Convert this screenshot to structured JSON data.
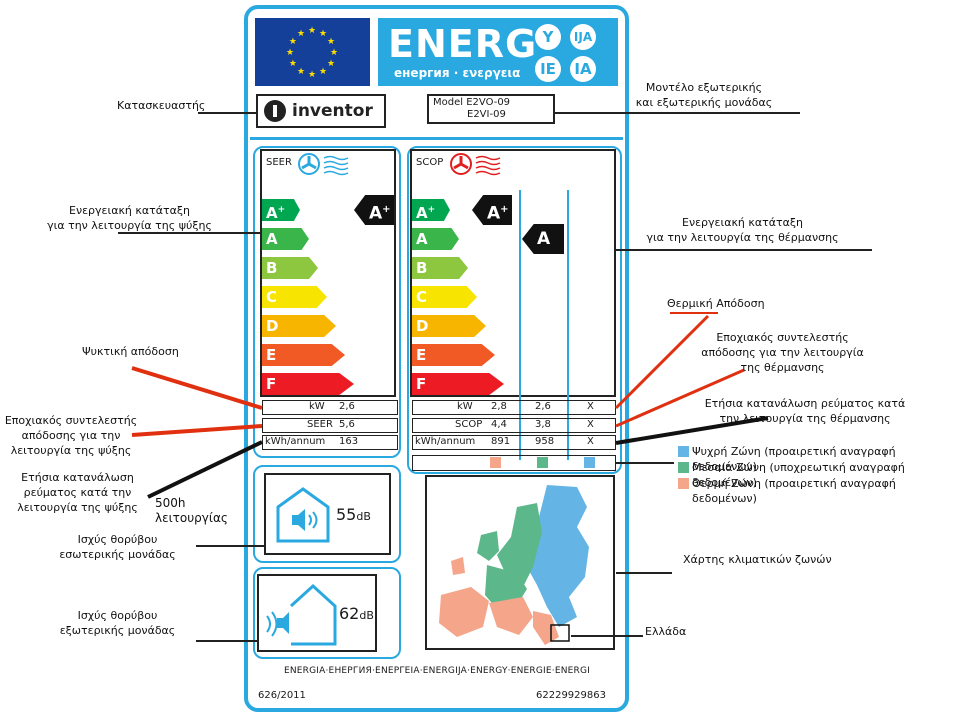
{
  "header": {
    "energy_word": "ENERG",
    "energy_sub": "енергия · ενεργεια",
    "circles": [
      "Y",
      "IJA",
      "IE",
      "IA"
    ]
  },
  "brand": {
    "logo_text": "inventor"
  },
  "model": {
    "label": "Model",
    "outdoor": "E2VO-09",
    "indoor": "E2VI-09"
  },
  "cooling": {
    "title": "SEER",
    "classes": [
      {
        "label": "A",
        "sup": "+",
        "color": "#00a650"
      },
      {
        "label": "A",
        "sup": "",
        "color": "#39b54a"
      },
      {
        "label": "B",
        "sup": "",
        "color": "#8dc63f"
      },
      {
        "label": "C",
        "sup": "",
        "color": "#f7e400"
      },
      {
        "label": "D",
        "sup": "",
        "color": "#f7b500"
      },
      {
        "label": "E",
        "sup": "",
        "color": "#f15a24"
      },
      {
        "label": "F",
        "sup": "",
        "color": "#ed1c24"
      }
    ],
    "rating": {
      "label": "A",
      "sup": "+"
    },
    "rows": [
      {
        "key": "kW",
        "value": "2,6"
      },
      {
        "key": "SEER",
        "value": "5,6"
      },
      {
        "key": "kWh/annum",
        "value": "163"
      }
    ]
  },
  "heating": {
    "title": "SCOP",
    "rating_warm": {
      "label": "A",
      "sup": "+"
    },
    "rating_avg": {
      "label": "A",
      "sup": ""
    },
    "rows": [
      {
        "key": "kW",
        "v1": "2,8",
        "v2": "2,6",
        "v3": "X"
      },
      {
        "key": "SCOP",
        "v1": "4,4",
        "v2": "3,8",
        "v3": "X"
      },
      {
        "key": "kWh/annum",
        "v1": "891",
        "v2": "958",
        "v3": "X"
      }
    ],
    "zone_colors": [
      "#f4a58a",
      "#5cb88a",
      "#64b4e6"
    ]
  },
  "noise": {
    "indoor": {
      "value": "55",
      "unit": "dB"
    },
    "outdoor": {
      "value": "62",
      "unit": "dB"
    }
  },
  "footer": {
    "languages": "ENERGIA·ЕНЕРГИЯ·ΕΝΕΡΓΕΙΑ·ENERGIJA·ENERGY·ENERGIE·ENERGI",
    "regulation": "626/2011",
    "code": "62229929863"
  },
  "annotations": {
    "manufacturer": "Κατασκευαστής",
    "model_units": [
      "Μοντέλο εξωτερικής",
      "και εξωτερικής μονάδας"
    ],
    "cool_class": [
      "Ενεργειακή κατάταξη",
      "για την λειτουργία της ψύξης"
    ],
    "heat_class": [
      "Ενεργειακή κατάταξη",
      "για την λειτουργία της θέρμανσης"
    ],
    "cool_capacity": "Ψυκτική απόδοση",
    "heat_capacity": "Θερμική Απόδοση",
    "seer": [
      "Εποχιακός συντελεστής",
      "απόδοσης για την",
      "λειτουργία της ψύξης"
    ],
    "scop": [
      "Εποχιακός συντελεστής",
      "απόδοσης για την λειτουργία",
      "της θέρμανσης"
    ],
    "heat_consumption": [
      "Ετήσια κατανάλωση ρεύματος κατά",
      "την λειτουργία της θέρμανσης"
    ],
    "cool_consumption": [
      "Ετήσια κατανάλωση",
      "ρεύματος κατά την",
      "λειτουργία της ψύξης"
    ],
    "hours": [
      "500h",
      "λειτουργίας"
    ],
    "indoor_noise": [
      "Ισχύς θορύβου",
      "εσωτερικής μονάδας"
    ],
    "outdoor_noise": [
      "Ισχύς θορύβου",
      "εξωτερικής μονάδας"
    ],
    "zone_cold": "Ψυχρή Ζώνη (προαιρετική αναγραφή δεδομένων)",
    "zone_avg": "Μεσαία Ζώνη (υποχρεωτική αναγραφή δεδομένων)",
    "zone_warm": "Θερμή Ζώνη (προαιρετική αναγραφή δεδομένων)",
    "climate_map": "Χάρτης κλιματικών ζωνών",
    "greece": "Ελλάδα"
  }
}
